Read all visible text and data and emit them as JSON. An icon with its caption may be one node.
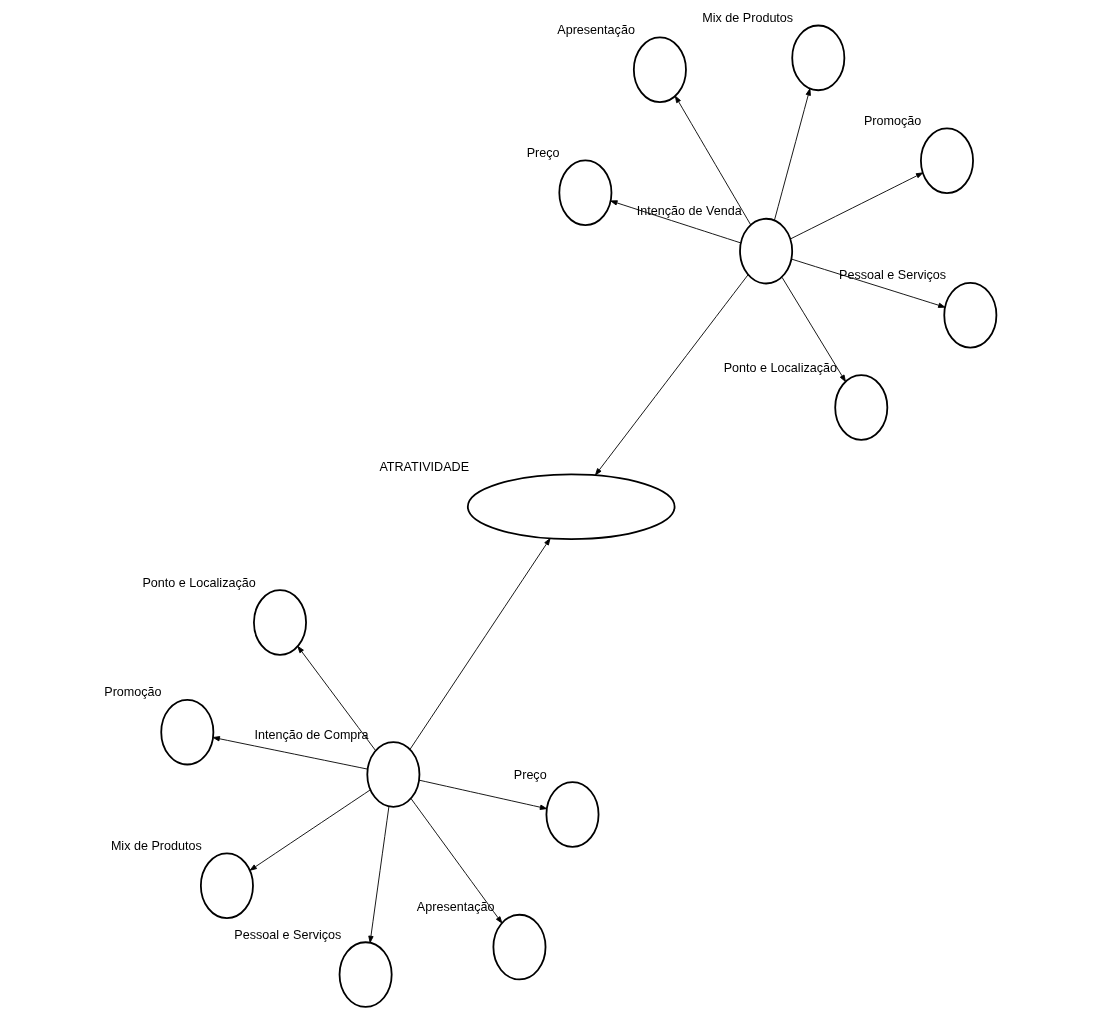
{
  "diagram": {
    "nodes": [
      {
        "text": [],
        "shape": "ellipse",
        "beside": [
          "ATRATIVIDADE"
        ]
      },
      {
        "text": [],
        "shape": "circle",
        "beside": [
          "Intenção de Compra"
        ]
      },
      {
        "text": [],
        "shape": "circle",
        "beside": [
          "Pessoal e Serviços"
        ]
      },
      {
        "text": [],
        "shape": "circle",
        "beside": [
          "Ponto e Localização"
        ]
      },
      {
        "text": [],
        "shape": "circle",
        "beside": [
          "Preço"
        ]
      },
      {
        "text": [],
        "shape": "circle",
        "beside": [
          "Promoção"
        ]
      },
      {
        "text": [],
        "shape": "circle",
        "beside": [
          "Mix de Produtos"
        ]
      },
      {
        "text": [],
        "shape": "circle",
        "beside": [
          "Apresentação"
        ]
      },
      {
        "text": [],
        "shape": "circle",
        "beside": [
          "Intenção de Venda"
        ]
      },
      {
        "text": [],
        "shape": "circle",
        "beside": [
          "Pessoal e Serviços"
        ]
      },
      {
        "text": [],
        "shape": "circle",
        "beside": [
          "Ponto e Localização"
        ]
      },
      {
        "text": [],
        "shape": "circle",
        "beside": [
          "Preço"
        ]
      },
      {
        "text": [],
        "shape": "circle",
        "beside": [
          "Promoção"
        ]
      },
      {
        "text": [],
        "shape": "circle",
        "beside": [
          "Mix de Produtos"
        ]
      },
      {
        "text": [],
        "shape": "circle",
        "beside": [
          "Apresentação"
        ]
      }
    ],
    "edges": [
      {
        "from": 1,
        "to": 0,
        "arrow": "to"
      },
      {
        "from": 8,
        "to": 0,
        "arrow": "to"
      },
      {
        "from": 1,
        "to": 2,
        "arrow": "to"
      },
      {
        "from": 1,
        "to": 3,
        "arrow": "to"
      },
      {
        "from": 1,
        "to": 4,
        "arrow": "to"
      },
      {
        "from": 1,
        "to": 5,
        "arrow": "to"
      },
      {
        "from": 1,
        "to": 6,
        "arrow": "to"
      },
      {
        "from": 1,
        "to": 7,
        "arrow": "to"
      },
      {
        "from": 8,
        "to": 9,
        "arrow": "to"
      },
      {
        "from": 8,
        "to": 10,
        "arrow": "to"
      },
      {
        "from": 8,
        "to": 11,
        "arrow": "to"
      },
      {
        "from": 8,
        "to": 12,
        "arrow": "to"
      },
      {
        "from": 8,
        "to": 13,
        "arrow": "to"
      },
      {
        "from": 8,
        "to": 14,
        "arrow": "to"
      }
    ]
  }
}
